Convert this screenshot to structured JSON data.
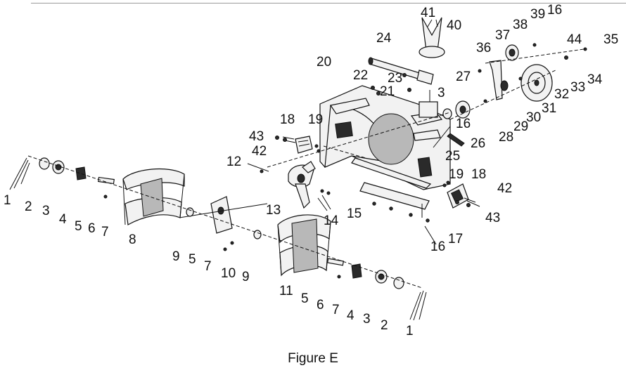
{
  "caption": "Figure E",
  "callouts": [
    "1",
    "2",
    "3",
    "4",
    "5",
    "6",
    "7",
    "8",
    "9",
    "5",
    "7",
    "10",
    "9",
    "11",
    "5",
    "6",
    "7",
    "4",
    "3",
    "2",
    "1",
    "12",
    "13",
    "14",
    "15",
    "16",
    "17",
    "18",
    "19",
    "42",
    "43",
    "18",
    "19",
    "20",
    "21",
    "22",
    "23",
    "24",
    "3",
    "27",
    "16",
    "26",
    "25",
    "28",
    "29",
    "30",
    "31",
    "32",
    "33",
    "34",
    "36",
    "37",
    "38",
    "39",
    "16",
    "40",
    "41",
    "44",
    "35",
    "43",
    "42"
  ]
}
